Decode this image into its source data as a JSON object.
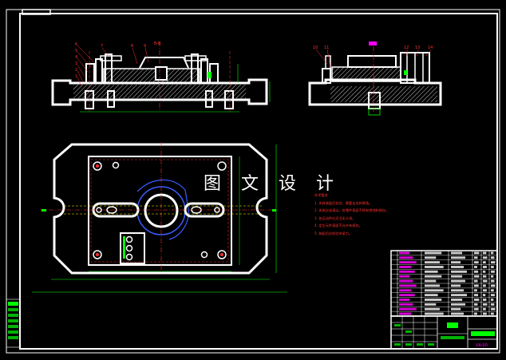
{
  "watermark": "图 文 设 计",
  "drawing": {
    "section_label": "B-B",
    "sheet_code": "XA-00"
  },
  "part_balloons": {
    "front_view": [
      "6",
      "5",
      "4",
      "3",
      "2",
      "1",
      "7",
      "8",
      "9"
    ],
    "side_view": [
      "10",
      "11",
      "12",
      "13",
      "14"
    ]
  },
  "technical_requirements": {
    "title": "技术要求",
    "items": [
      "1. 夹具装配后检验，需要去毛刺倒角。",
      "2. 夹具应该清洁，各零件表面不得有锈蚀和损伤。",
      "3. 各运动件应灵活无卡滞。",
      "4. 定位元件表面不允许有损伤。",
      "5. 装配后应检验夹紧力。"
    ]
  },
  "colors": {
    "background": "#000000",
    "outline": "#ffffff",
    "dimension": "#00ff00",
    "centerline": "#ff3030",
    "fixture_body": "#ffffff",
    "circle_accent": "#3a5cff",
    "title_block_accent": "#ff00ff",
    "hatch": "#ffffff"
  }
}
